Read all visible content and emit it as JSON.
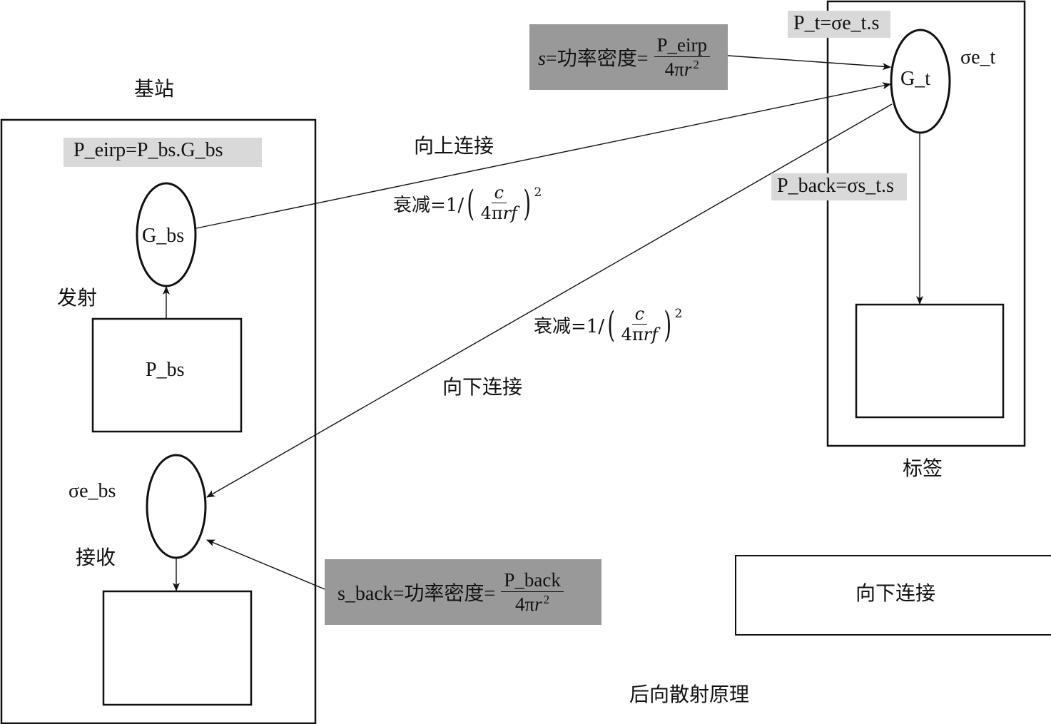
{
  "base_station": {
    "title": "基站",
    "eirp_formula": "P_eirp=P_bs.G_bs",
    "antenna_tx": "G_bs",
    "transmit_label": "发射",
    "power_block": "P_bs",
    "antenna_rx": "σe_bs",
    "receive_label": "接收"
  },
  "tag": {
    "caption": "标签",
    "antenna": "G_t",
    "cross_section": "σe_t",
    "pt_formula": "P_t=σe_t.s",
    "back_formula": "P_back=σs_t.s"
  },
  "power_density": {
    "prefix_symbol": "s",
    "prefix_rest": "=功率密度=",
    "numerator": "P_eirp",
    "denominator_pre": "4π",
    "denominator_var": "r",
    "denominator_exp": "2"
  },
  "back_density": {
    "prefix": "s_back=功率密度=",
    "numerator": "P_back",
    "denominator_pre": "4π",
    "denominator_var": "r",
    "denominator_exp": "2"
  },
  "links": {
    "uplink_label": "向上连接",
    "downlink_label": "向下连接",
    "attenuation_prefix": "衰减=1/",
    "attenuation_numerator": "c",
    "attenuation_denominator_pre": "4π",
    "attenuation_denominator_var": "rf",
    "attenuation_exponent": "2"
  },
  "legend_box": {
    "label": "向下连接"
  },
  "figure_caption": "后向散射原理",
  "colors": {
    "line": "#111111",
    "light_fill": "#d9d9d9",
    "dark_fill": "#999999"
  }
}
